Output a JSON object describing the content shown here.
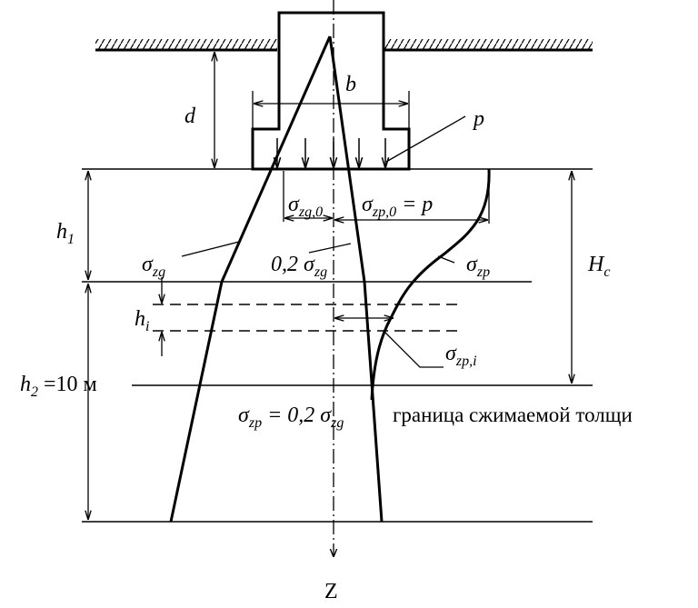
{
  "labels": {
    "d": "d",
    "b": "b",
    "p": "p",
    "h1": "h",
    "h1_sub": "1",
    "hi": "h",
    "hi_sub": "i",
    "h2_text": "h",
    "h2_sub": "2",
    "h2_value": " =10 м",
    "Hc": "H",
    "Hc_sub": "c",
    "sigma": "σ",
    "zg": "zg",
    "zp": "zp",
    "zg0": "zg,0",
    "zp0": "zp,0",
    "zpi": "zp,i",
    "eq_p": " = p",
    "coef": "0,2 ",
    "eq_coef": " = 0,2 ",
    "boundary": "граница сжимаемой толщи",
    "axis_z": "Z"
  }
}
